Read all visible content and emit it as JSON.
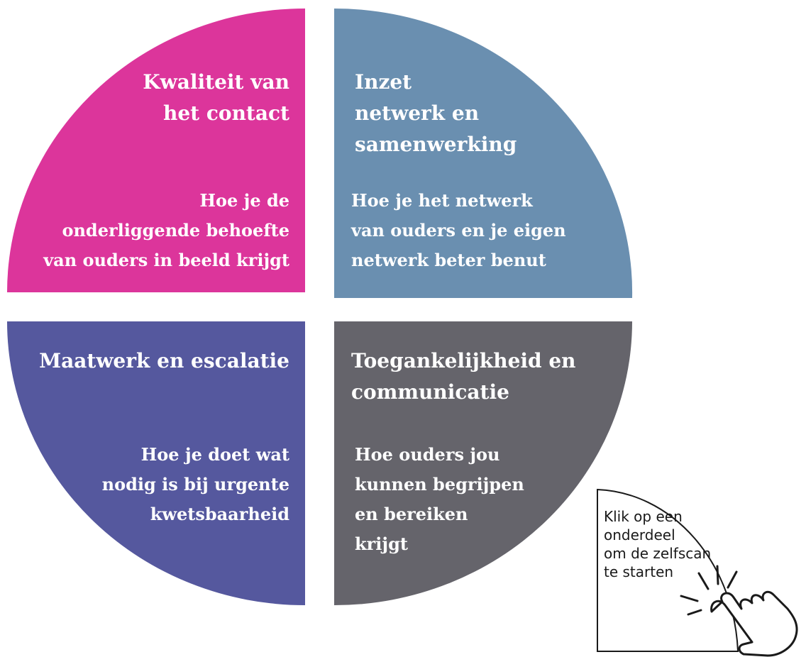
{
  "segments": [
    {
      "id": "kwaliteit",
      "title_lines": [
        "Kwaliteit van",
        "het contact"
      ],
      "desc_lines": [
        "Hoe je de",
        "onderliggende behoefte",
        "van ouders in beeld krijgt"
      ],
      "color": "#dc359b"
    },
    {
      "id": "inzet",
      "title_lines": [
        "Inzet",
        "netwerk en",
        "samenwerking"
      ],
      "desc_lines": [
        "Hoe je het netwerk",
        "van ouders en je eigen",
        "netwerk beter benut"
      ],
      "color": "#6a8fb0"
    },
    {
      "id": "maatwerk",
      "title_lines": [
        "Maatwerk en escalatie"
      ],
      "desc_lines": [
        "Hoe je doet wat",
        "nodig is bij urgente",
        "kwetsbaarheid"
      ],
      "color": "#55589e"
    },
    {
      "id": "toegankelijkheid",
      "title_lines": [
        "Toegankelijkheid en",
        "communicatie"
      ],
      "desc_lines": [
        "Hoe ouders jou",
        "kunnen begrijpen",
        "en bereiken",
        "krijgt"
      ],
      "color": "#65646b"
    }
  ],
  "hint": {
    "lines": [
      "Klik op een",
      "onderdeel",
      "om de zelfscan",
      "te starten"
    ],
    "icon": "hand-click-icon"
  }
}
